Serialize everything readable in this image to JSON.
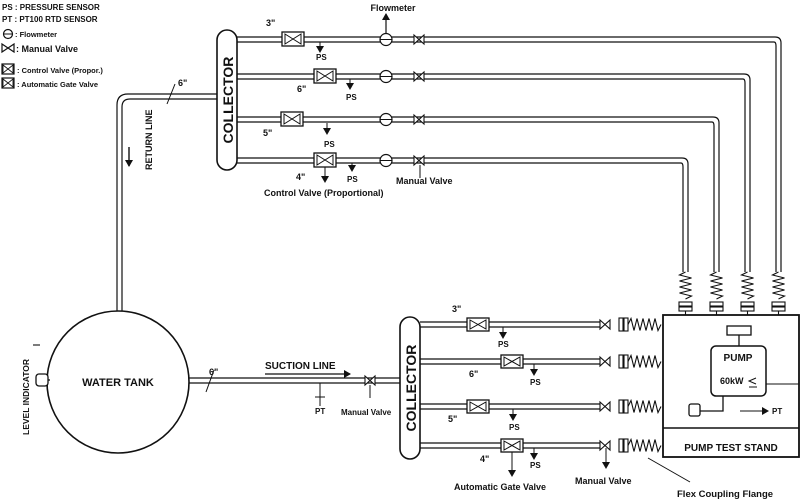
{
  "legend": {
    "ps": "PS : PRESSURE SENSOR",
    "pt": "PT : PT100 RTD SENSOR",
    "flowmeter": ": Flowmeter",
    "manual_valve": ": Manual Valve",
    "control_valve": ": Control Valve (Propor.)",
    "gate_valve": ": Automatic Gate Valve"
  },
  "labels": {
    "flowmeter_top": "Flowmeter",
    "collector": "COLLECTOR",
    "return_line": "RETURN LINE",
    "water_tank": "WATER TANK",
    "level_indicator": "LEVEL INDICATOR",
    "suction_line": "SUCTION LINE",
    "control_valve_proportional": "Control Valve (Proportional)",
    "manual_valve": "Manual Valve",
    "automatic_gate_valve": "Automatic Gate Valve",
    "flex_coupling_flange": "Flex Coupling Flange",
    "pump": "PUMP",
    "pump_power": "60kW",
    "pump_test_stand": "PUMP TEST STAND",
    "ps": "PS",
    "pt": "PT"
  },
  "sizes": {
    "return_pipe": "6\"",
    "suction_pipe": "6\"",
    "top_branches": [
      "3\"",
      "6\"",
      "5\"",
      "4\""
    ],
    "bottom_branches": [
      "3\"",
      "6\"",
      "5\"",
      "4\""
    ]
  }
}
